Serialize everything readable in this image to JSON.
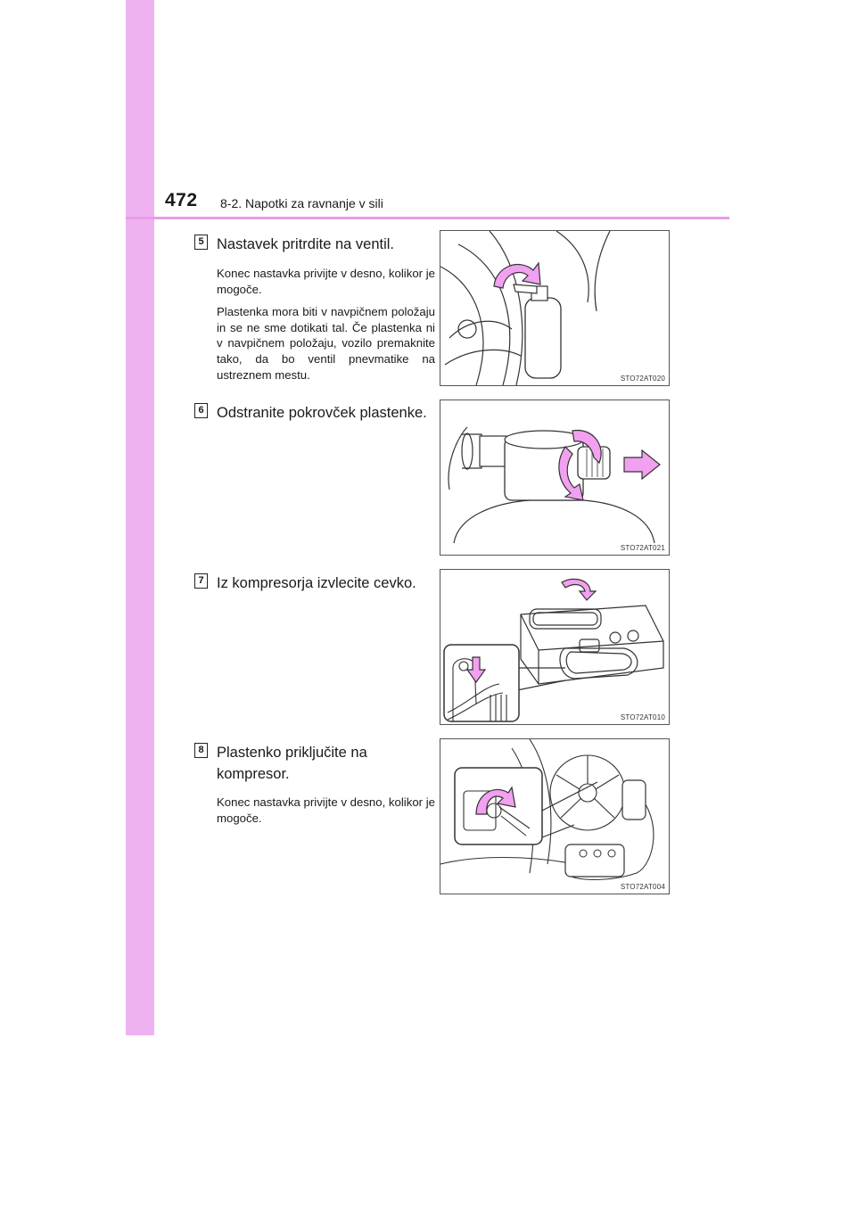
{
  "header": {
    "page_number": "472",
    "section_title": "8-2. Napotki za ravnanje v sili"
  },
  "steps": [
    {
      "number": "5",
      "title": "Nastavek pritrdite na ventil.",
      "paragraphs": [
        "Konec nastavka privijte v desno, kolikor je mogoče.",
        "Plastenka mora biti v navpičnem položaju in se ne sme dotikati tal. Če plastenka ni v navpičnem položaju, vozilo premaknite tako, da bo ventil pnevmatike na ustreznem mestu."
      ],
      "figure_code": "STO72AT020"
    },
    {
      "number": "6",
      "title": "Odstranite pokrovček plastenke.",
      "paragraphs": [],
      "figure_code": "STO72AT021"
    },
    {
      "number": "7",
      "title": "Iz kompresorja izvlecite cevko.",
      "paragraphs": [],
      "figure_code": "STO72AT010"
    },
    {
      "number": "8",
      "title": "Plastenko priključite na kompresor.",
      "paragraphs": [
        "Konec nastavka privijte v desno, kolikor je mogoče."
      ],
      "figure_code": "STO72AT004"
    }
  ],
  "colors": {
    "sidebar": "#efb2f0",
    "header_rule": "#e89be9",
    "arrow_fill": "#f2a0f0"
  }
}
